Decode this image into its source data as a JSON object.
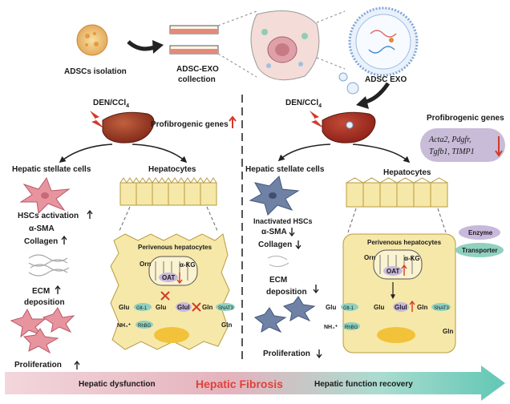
{
  "top": {
    "adscs_isolation": "ADSCs isolation",
    "exo_collection_1": "ADSC-EXO",
    "exo_collection_2": "collection",
    "adsc_exo": "ADSC EXO"
  },
  "left": {
    "treatment": "DEN/CCl",
    "treatment_sub": "4",
    "profibrogenic": "Profibrogenic genes",
    "hsc_title": "Hepatic stellate cells",
    "hep_title": "Hepatocytes",
    "hsc_activation": "HSCs activation",
    "sma": "α-SMA",
    "collagen": "Collagen",
    "ecm_1": "ECM",
    "ecm_2": "deposition",
    "proliferation": "Proliferation",
    "perivenous": "Perivenous hepatocytes",
    "orn": "Orn",
    "akg": "α-KG",
    "oat": "OAT",
    "glu": "Glu",
    "glt1": "Glt-1",
    "glu2": "Glu",
    "glul": "Glul",
    "gln": "Gln",
    "snat3": "SNAT3",
    "gln_out": "Gln",
    "nh4": "NH₄⁺",
    "rhbg": "RhBG"
  },
  "right": {
    "treatment": "DEN/CCl",
    "treatment_sub": "4",
    "profibrogenic": "Profibrogenic genes",
    "genes_1": "Acta2, Pdgfr,",
    "genes_2": "Tgfb1, TIMP1",
    "hsc_title": "Hepatic stellate cells",
    "hep_title": "Hepatocytes",
    "inactivated": "Inactivated HSCs",
    "sma": "α-SMA",
    "collagen": "Collagen",
    "ecm_1": "ECM",
    "ecm_2": "deposition",
    "proliferation": "Proliferation",
    "perivenous": "Perivenous hepatocytes",
    "orn": "Orn",
    "akg": "α-KG",
    "oat": "OAT",
    "glu": "Glu",
    "glt1": "Glt-1",
    "glu2": "Glu",
    "glul": "Glul",
    "gln": "Gln",
    "snat3": "SNAT3",
    "gln_out": "Gln",
    "nh4": "NH₄⁺",
    "rhbg": "RhBG",
    "legend_enzyme": "Enzyme",
    "legend_transporter": "Transporter"
  },
  "bottom": {
    "dysfunction": "Hepatic dysfunction",
    "fibrosis": "Hepatic Fibrosis",
    "recovery": "Hepatic function recovery"
  },
  "colors": {
    "liver_dark": "#8b2d1e",
    "liver_light": "#b64a33",
    "hsc_pink": "#e8949e",
    "hsc_blue": "#6f82a6",
    "hepatocyte_fill": "#f6e8a8",
    "enzyme": "#c8b8dc",
    "transporter": "#8fd1c0",
    "arrow_red": "#d23a2a",
    "bar_left": "#e8bcc4",
    "bar_right": "#7fd0c2",
    "fibrosis_text": "#e0413a"
  }
}
